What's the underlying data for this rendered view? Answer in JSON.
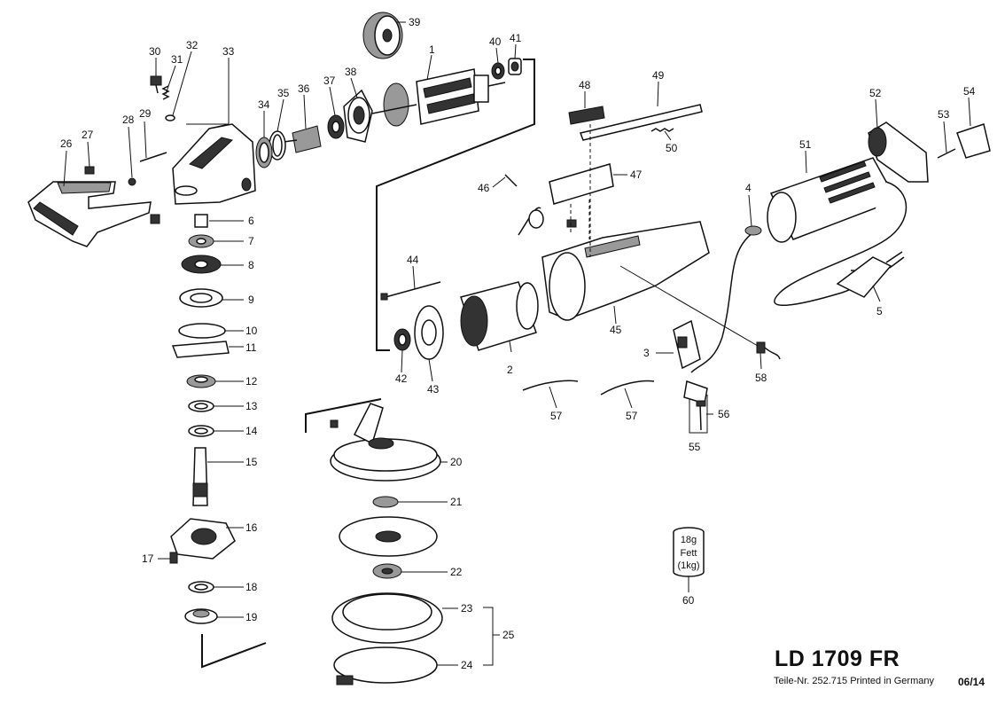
{
  "model_title": "LD 1709 FR",
  "footer": {
    "part_no": "Teile-Nr. 252.715 Printed in Germany",
    "date": "06/14"
  },
  "grease": {
    "line1": "18g",
    "line2": "Fett",
    "line3": "(1kg)"
  },
  "labels": [
    "1",
    "2",
    "3",
    "4",
    "5",
    "6",
    "7",
    "8",
    "9",
    "10",
    "11",
    "12",
    "13",
    "14",
    "15",
    "16",
    "17",
    "18",
    "19",
    "20",
    "21",
    "22",
    "23",
    "24",
    "25",
    "26",
    "27",
    "28",
    "29",
    "30",
    "31",
    "32",
    "33",
    "34",
    "35",
    "36",
    "37",
    "38",
    "39",
    "40",
    "41",
    "42",
    "43",
    "44",
    "45",
    "46",
    "47",
    "48",
    "49",
    "50",
    "51",
    "52",
    "53",
    "54",
    "55",
    "56",
    "57",
    "57",
    "58",
    "60"
  ]
}
